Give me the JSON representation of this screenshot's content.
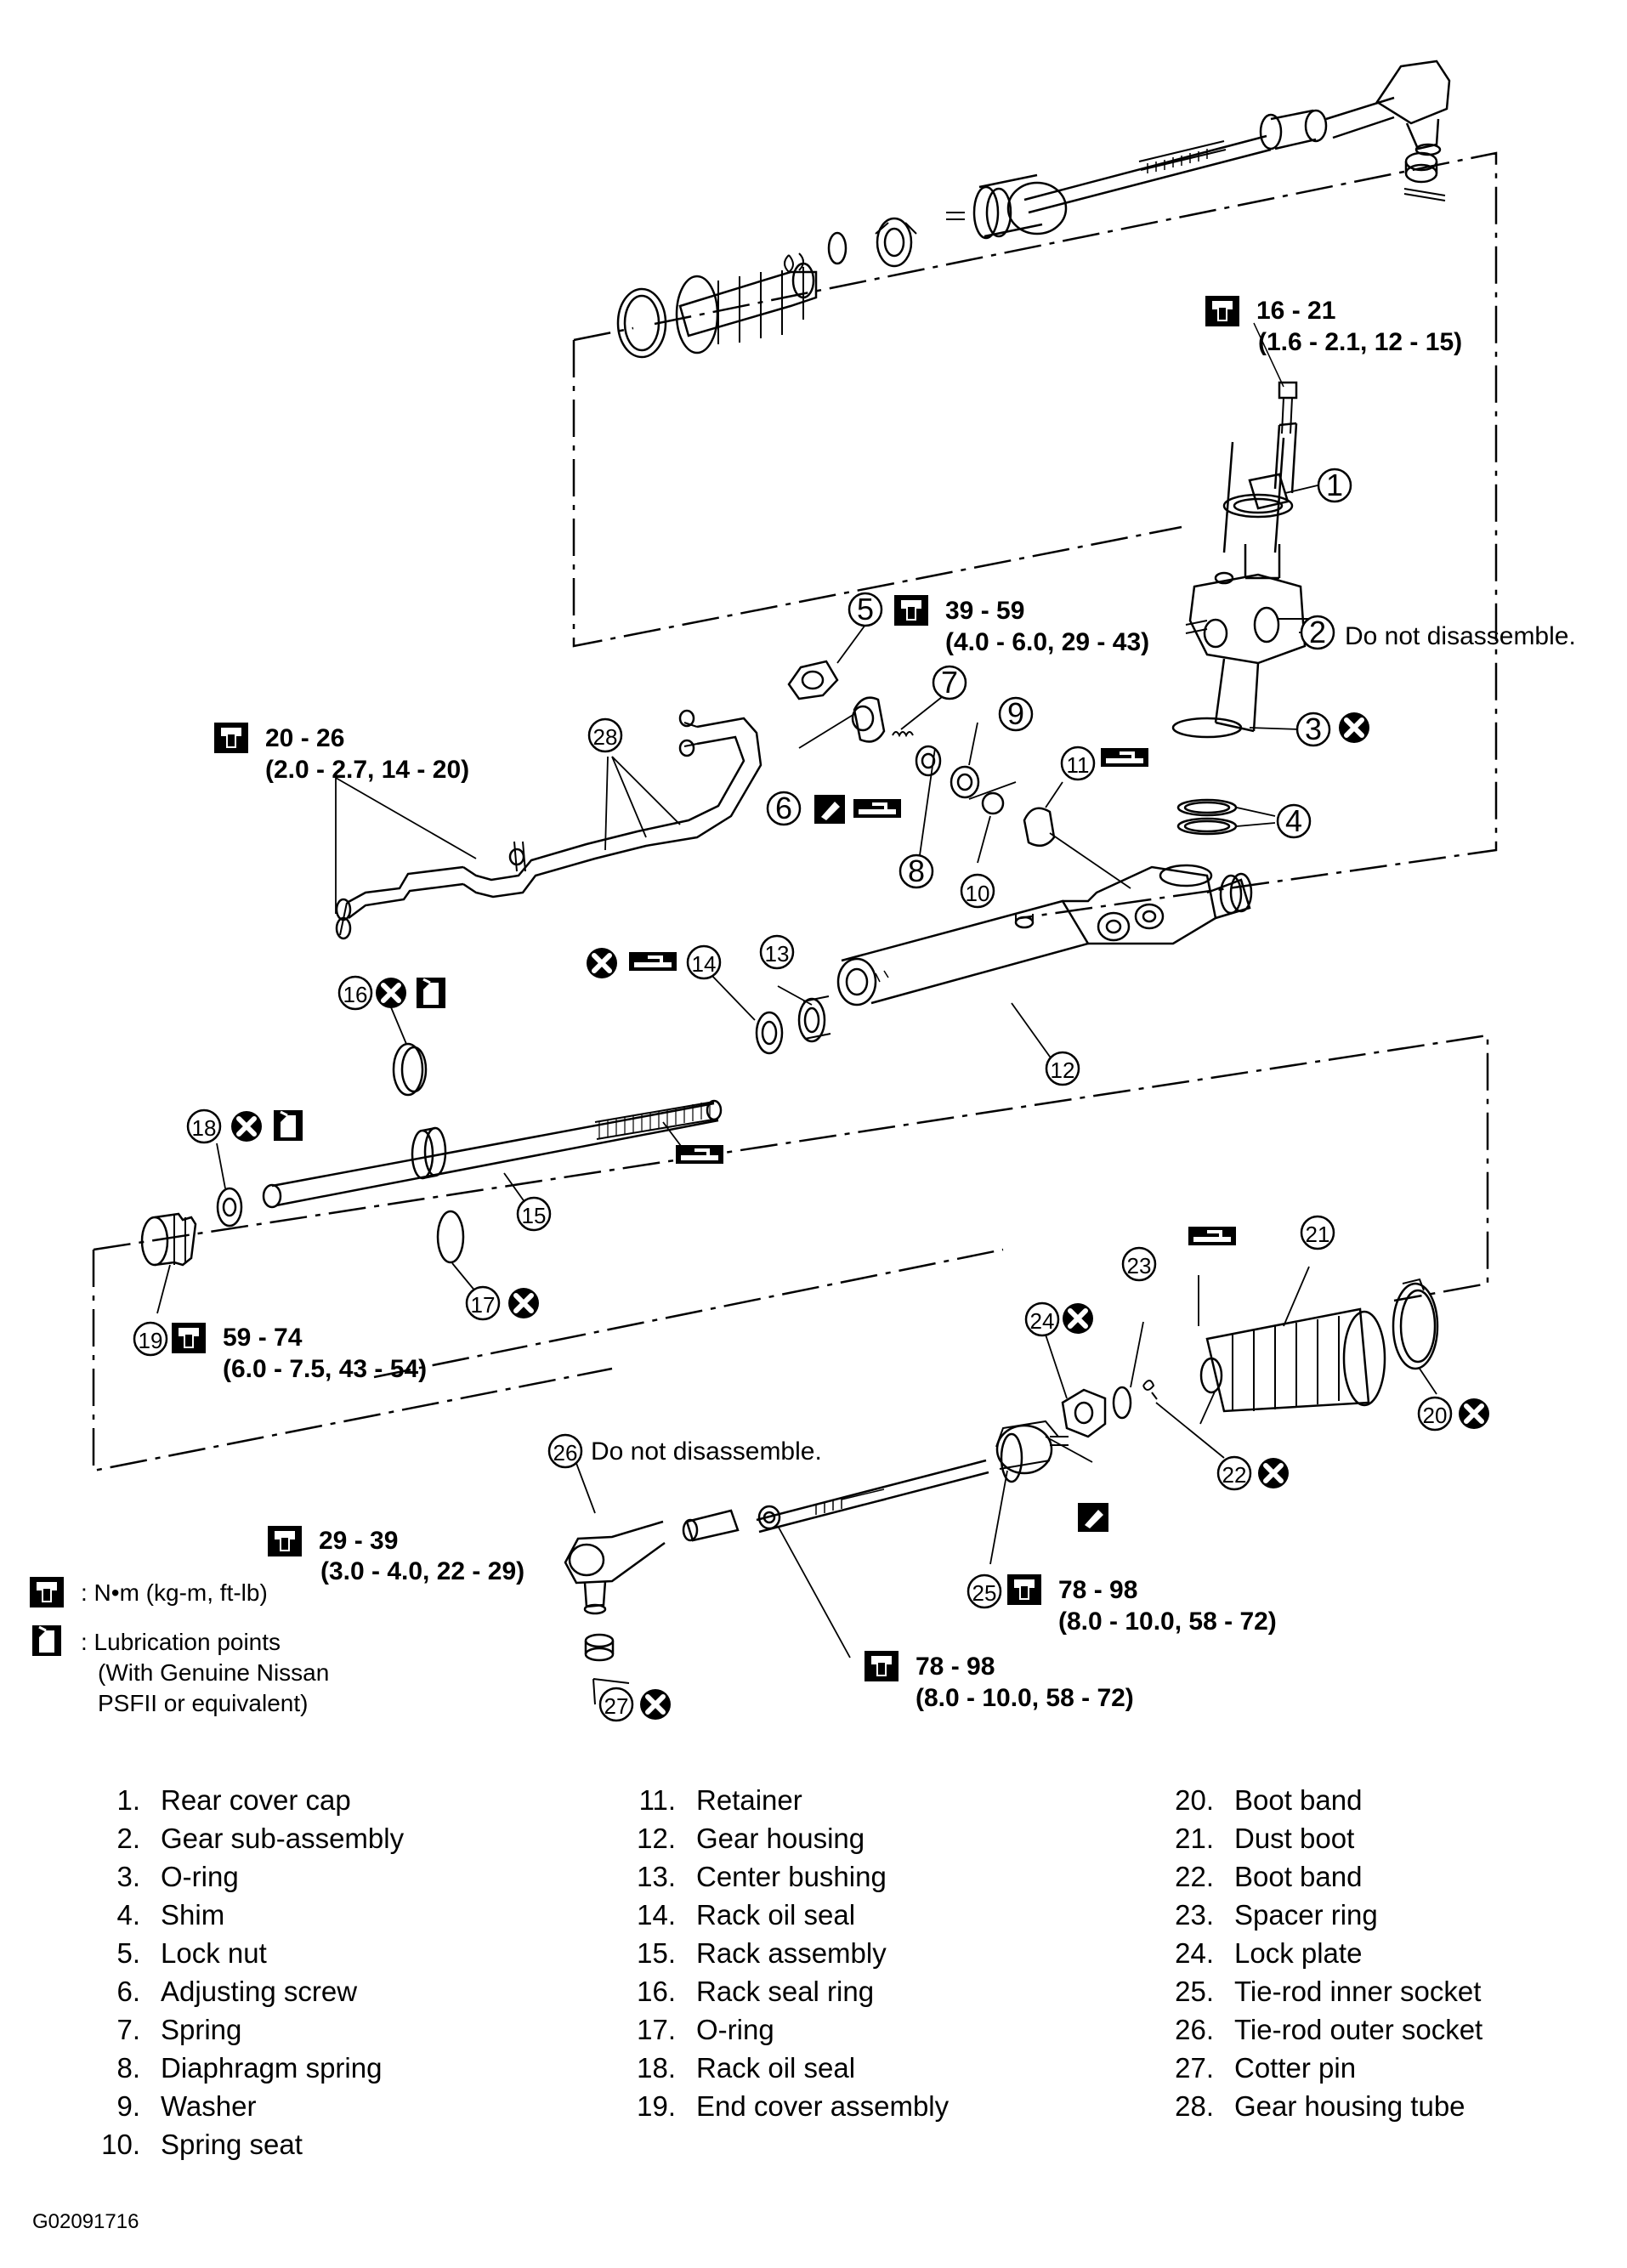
{
  "torque_specs": {
    "s16_21": {
      "value": "16 - 21",
      "sub": "(1.6 - 2.1, 12 - 15)"
    },
    "s39_59": {
      "value": "39 - 59",
      "sub": "(4.0 - 6.0, 29 - 43)"
    },
    "s20_26": {
      "value": "20 - 26",
      "sub": "(2.0 - 2.7, 14 - 20)"
    },
    "s59_74": {
      "value": "59 - 74",
      "sub": "(6.0 - 7.5, 43 - 54)"
    },
    "s29_39": {
      "value": "29 - 39",
      "sub": "(3.0 - 4.0, 22 - 29)"
    },
    "s78_98_a": {
      "value": "78 - 98",
      "sub": "(8.0 - 10.0, 58 - 72)"
    },
    "s78_98_b": {
      "value": "78 - 98",
      "sub": "(8.0 - 10.0, 58 - 72)"
    }
  },
  "notes": {
    "do_not_disassemble_2": "Do not disassemble.",
    "do_not_disassemble_26": "Do not disassemble."
  },
  "callouts": [
    "1",
    "2",
    "3",
    "4",
    "5",
    "6",
    "7",
    "8",
    "9",
    "10",
    "11",
    "12",
    "13",
    "14",
    "15",
    "16",
    "17",
    "18",
    "19",
    "20",
    "21",
    "22",
    "23",
    "24",
    "25",
    "26",
    "27",
    "28"
  ],
  "legend": {
    "torque": ": N•m (kg-m, ft-lb)",
    "lube_1": ": Lubrication points",
    "lube_2": "(With Genuine Nissan",
    "lube_3": "PSFII or equivalent)"
  },
  "parts": [
    {
      "num": "1.",
      "name": "Rear cover cap"
    },
    {
      "num": "2.",
      "name": "Gear sub-assembly"
    },
    {
      "num": "3.",
      "name": "O-ring"
    },
    {
      "num": "4.",
      "name": "Shim"
    },
    {
      "num": "5.",
      "name": "Lock nut"
    },
    {
      "num": "6.",
      "name": "Adjusting screw"
    },
    {
      "num": "7.",
      "name": "Spring"
    },
    {
      "num": "8.",
      "name": "Diaphragm spring"
    },
    {
      "num": "9.",
      "name": "Washer"
    },
    {
      "num": "10.",
      "name": "Spring seat"
    },
    {
      "num": "11.",
      "name": "Retainer"
    },
    {
      "num": "12.",
      "name": "Gear housing"
    },
    {
      "num": "13.",
      "name": "Center bushing"
    },
    {
      "num": "14.",
      "name": "Rack oil seal"
    },
    {
      "num": "15.",
      "name": "Rack assembly"
    },
    {
      "num": "16.",
      "name": "Rack seal ring"
    },
    {
      "num": "17.",
      "name": "O-ring"
    },
    {
      "num": "18.",
      "name": "Rack oil seal"
    },
    {
      "num": "19.",
      "name": "End cover assembly"
    },
    {
      "num": "20.",
      "name": "Boot band"
    },
    {
      "num": "21.",
      "name": "Dust boot"
    },
    {
      "num": "22.",
      "name": "Boot band"
    },
    {
      "num": "23.",
      "name": "Spacer ring"
    },
    {
      "num": "24.",
      "name": "Lock plate"
    },
    {
      "num": "25.",
      "name": "Tie-rod inner socket"
    },
    {
      "num": "26.",
      "name": "Tie-rod outer socket"
    },
    {
      "num": "27.",
      "name": "Cotter pin"
    },
    {
      "num": "28.",
      "name": "Gear housing tube"
    }
  ],
  "figure_id": "G02091716",
  "icons": [
    "torque-wrench-icon",
    "replace-part-x-icon",
    "grease-icon",
    "fluid-lube-icon",
    "adhesive-icon"
  ]
}
